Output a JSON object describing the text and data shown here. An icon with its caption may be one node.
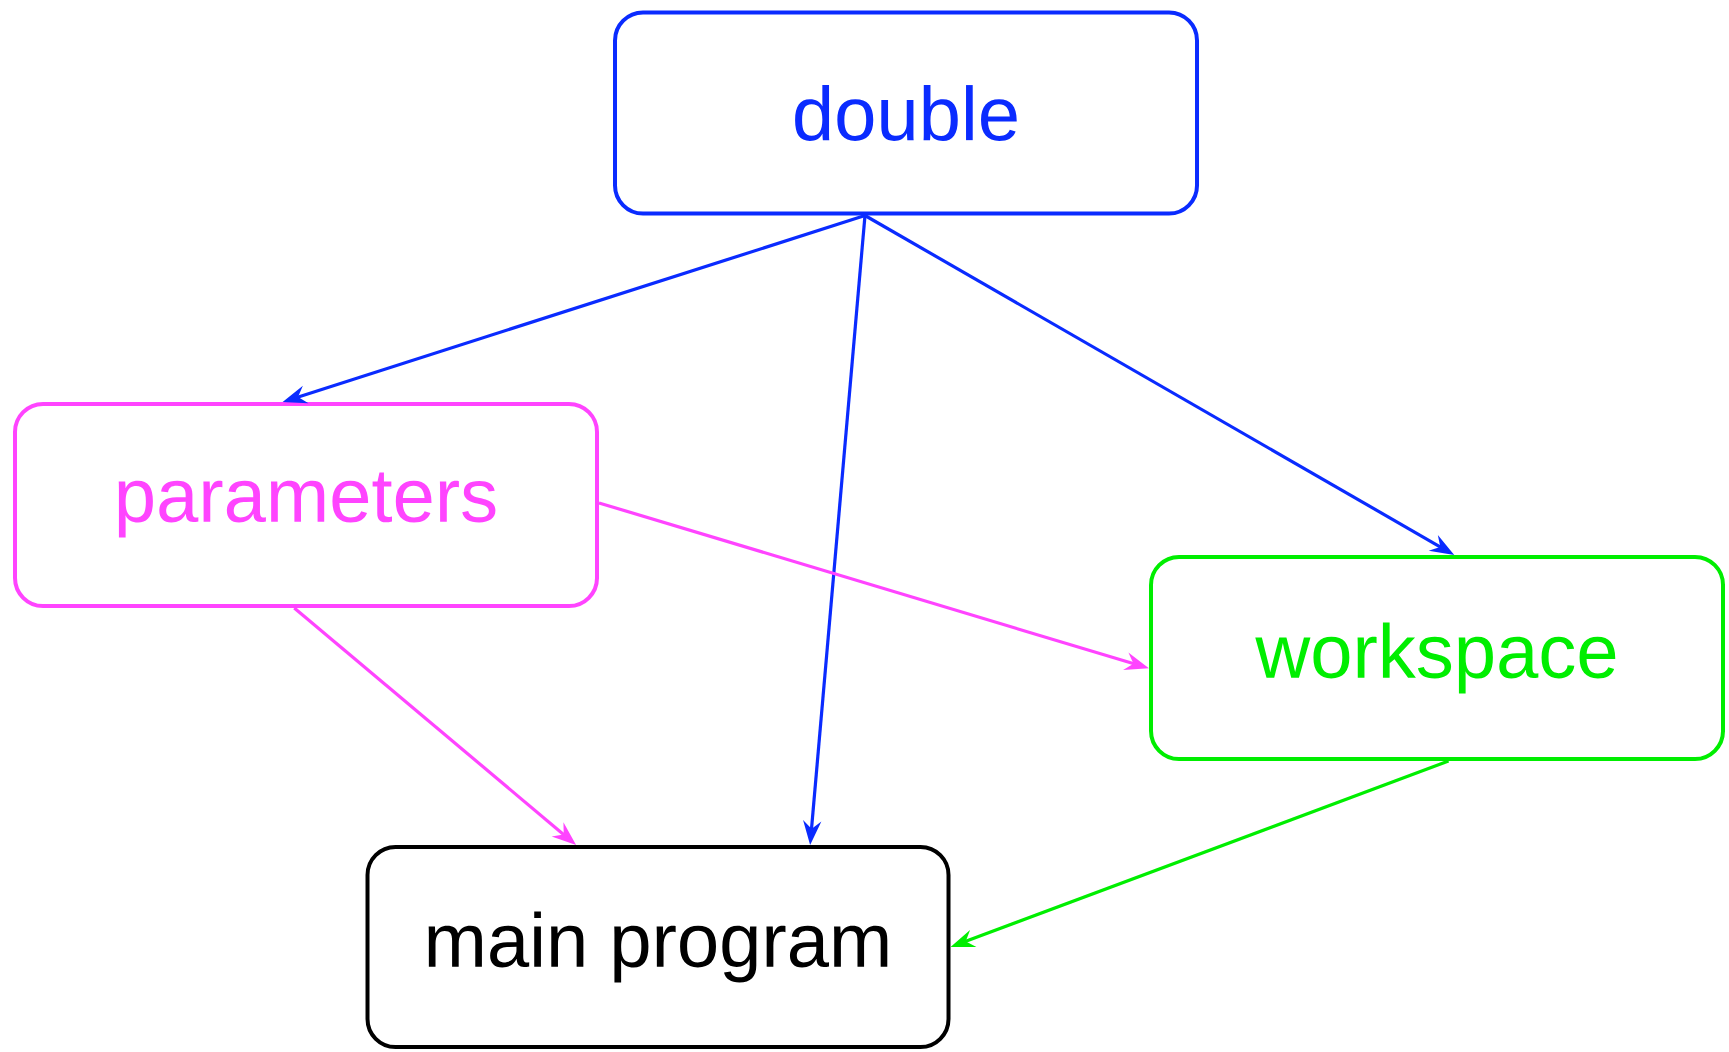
{
  "diagram": {
    "nodes": [
      {
        "text": [
          "double"
        ]
      },
      {
        "text": [
          "parameters"
        ]
      },
      {
        "text": [
          "workspace"
        ]
      },
      {
        "text": [
          "main program"
        ]
      }
    ],
    "edges": [
      {
        "from": 0,
        "to": 1,
        "arrow": "to",
        "color": "#0a2bff"
      },
      {
        "from": 0,
        "to": 3,
        "arrow": "to",
        "color": "#0a2bff"
      },
      {
        "from": 0,
        "to": 2,
        "arrow": "to",
        "color": "#0a2bff"
      },
      {
        "from": 1,
        "to": 2,
        "arrow": "to",
        "color": "#ff44ff"
      },
      {
        "from": 1,
        "to": 3,
        "arrow": "to",
        "color": "#ff44ff"
      },
      {
        "from": 2,
        "to": 3,
        "arrow": "to",
        "color": "#00ee00"
      }
    ]
  }
}
